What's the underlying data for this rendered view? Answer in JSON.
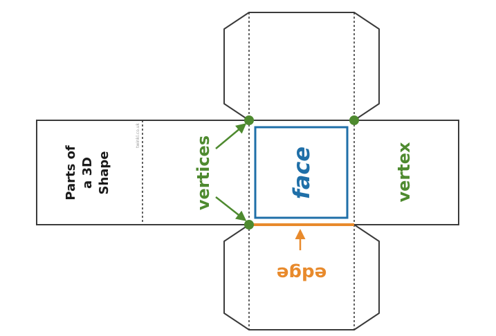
{
  "title_lines": [
    "Parts of",
    "a 3D",
    "Shape"
  ],
  "labels": {
    "face": "face",
    "vertices": "vertices",
    "vertex": "vertex",
    "edge": "edge"
  },
  "colors": {
    "outline": "#3a3a3a",
    "face": "#1f6fa8",
    "vertices": "#4e8a2f",
    "vertex_dot": "#4e8a2f",
    "edge": "#e88a2c",
    "background": "#ffffff"
  },
  "watermark": "twinkl.co.uk"
}
